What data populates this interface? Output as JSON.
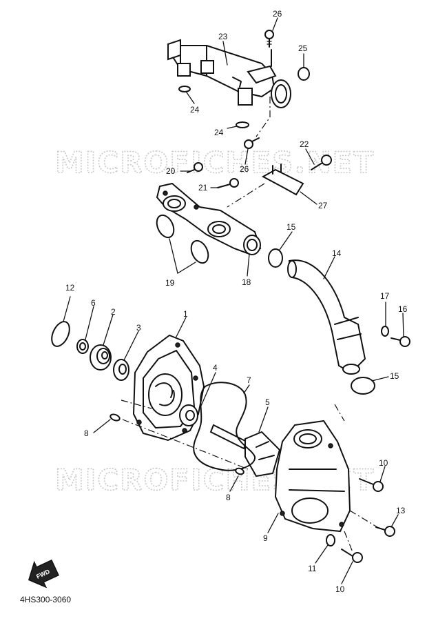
{
  "watermark": "MICROFICHES.NET",
  "drawing_code": "4HS300-3060",
  "fwd_label": "FWD",
  "callouts": [
    {
      "id": "c26a",
      "text": "26"
    },
    {
      "id": "c23",
      "text": "23"
    },
    {
      "id": "c25",
      "text": "25"
    },
    {
      "id": "c24a",
      "text": "24"
    },
    {
      "id": "c24b",
      "text": "24"
    },
    {
      "id": "c26b",
      "text": "26"
    },
    {
      "id": "c22",
      "text": "22"
    },
    {
      "id": "c20",
      "text": "20"
    },
    {
      "id": "c21",
      "text": "21"
    },
    {
      "id": "c27",
      "text": "27"
    },
    {
      "id": "c15a",
      "text": "15"
    },
    {
      "id": "c19",
      "text": "19"
    },
    {
      "id": "c18",
      "text": "18"
    },
    {
      "id": "c14",
      "text": "14"
    },
    {
      "id": "c12",
      "text": "12"
    },
    {
      "id": "c6",
      "text": "6"
    },
    {
      "id": "c2",
      "text": "2"
    },
    {
      "id": "c3",
      "text": "3"
    },
    {
      "id": "c1",
      "text": "1"
    },
    {
      "id": "c17",
      "text": "17"
    },
    {
      "id": "c16",
      "text": "16"
    },
    {
      "id": "c15b",
      "text": "15"
    },
    {
      "id": "c4",
      "text": "4"
    },
    {
      "id": "c7",
      "text": "7"
    },
    {
      "id": "c5",
      "text": "5"
    },
    {
      "id": "c8a",
      "text": "8"
    },
    {
      "id": "c8b",
      "text": "8"
    },
    {
      "id": "c10a",
      "text": "10"
    },
    {
      "id": "c13",
      "text": "13"
    },
    {
      "id": "c9",
      "text": "9"
    },
    {
      "id": "c11",
      "text": "11"
    },
    {
      "id": "c10b",
      "text": "10"
    }
  ]
}
